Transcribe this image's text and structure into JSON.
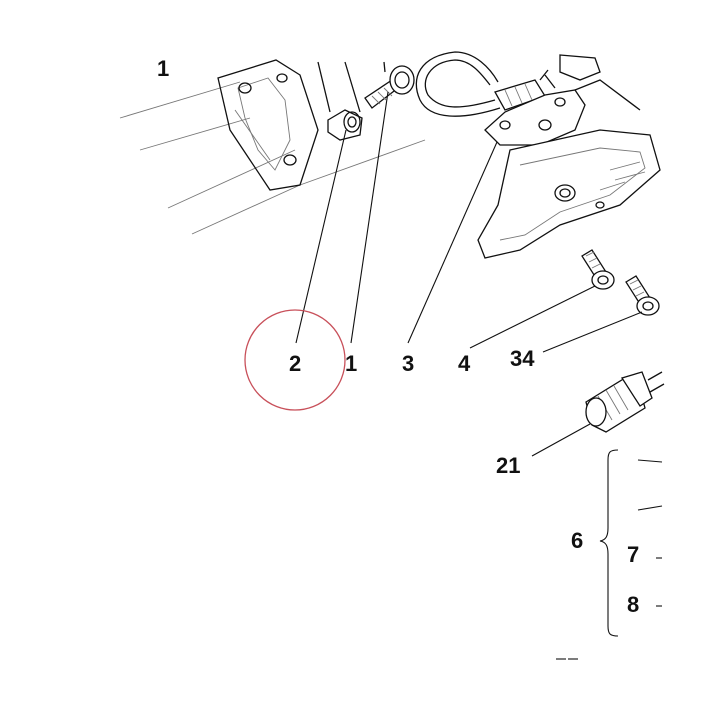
{
  "callouts": {
    "part_1_top": "1",
    "part_2": "2",
    "part_1": "1",
    "part_3": "3",
    "part_4": "4",
    "part_34": "34",
    "part_21": "21",
    "part_6": "6",
    "part_7": "7",
    "part_8": "8"
  },
  "colors": {
    "highlight_circle": "#c8505a",
    "ink": "#111111"
  }
}
